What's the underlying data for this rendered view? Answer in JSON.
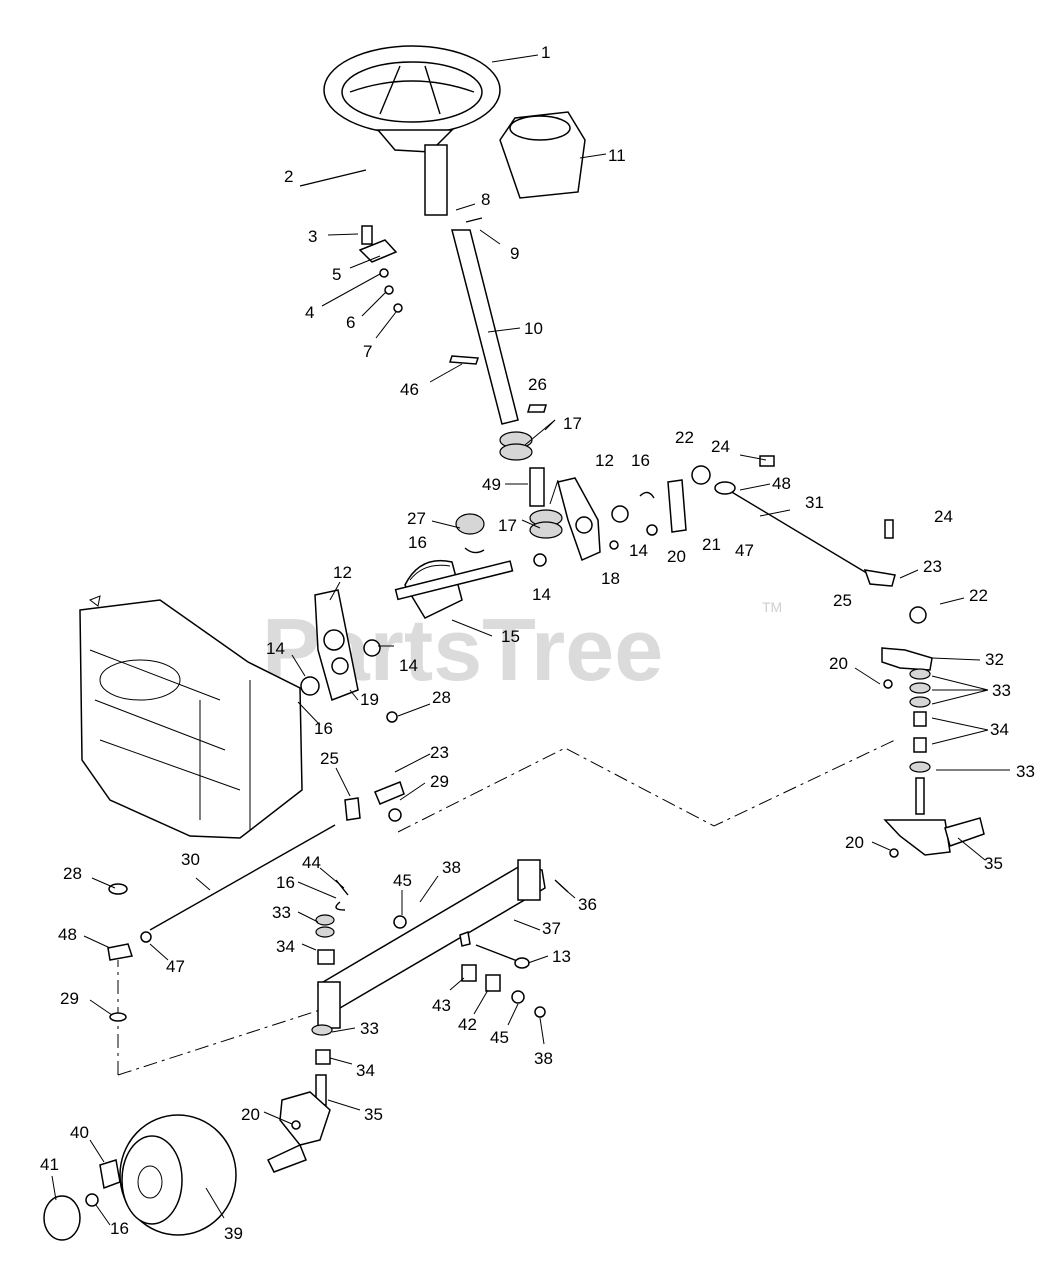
{
  "watermark": {
    "text": "PartsTree",
    "trademark": "TM"
  },
  "callouts": [
    {
      "num": "1"
    },
    {
      "num": "2"
    },
    {
      "num": "3"
    },
    {
      "num": "5"
    },
    {
      "num": "4"
    },
    {
      "num": "6"
    },
    {
      "num": "7"
    },
    {
      "num": "8"
    },
    {
      "num": "9"
    },
    {
      "num": "10"
    },
    {
      "num": "11"
    },
    {
      "num": "46"
    },
    {
      "num": "26"
    },
    {
      "num": "17"
    },
    {
      "num": "22"
    },
    {
      "num": "24"
    },
    {
      "num": "12"
    },
    {
      "num": "16"
    },
    {
      "num": "48"
    },
    {
      "num": "49"
    },
    {
      "num": "31"
    },
    {
      "num": "27"
    },
    {
      "num": "17"
    },
    {
      "num": "14"
    },
    {
      "num": "20"
    },
    {
      "num": "21"
    },
    {
      "num": "47"
    },
    {
      "num": "24"
    },
    {
      "num": "16"
    },
    {
      "num": "18"
    },
    {
      "num": "23"
    },
    {
      "num": "12"
    },
    {
      "num": "14"
    },
    {
      "num": "25"
    },
    {
      "num": "22"
    },
    {
      "num": "15"
    },
    {
      "num": "32"
    },
    {
      "num": "14"
    },
    {
      "num": "14"
    },
    {
      "num": "20"
    },
    {
      "num": "33"
    },
    {
      "num": "19"
    },
    {
      "num": "28"
    },
    {
      "num": "16"
    },
    {
      "num": "34"
    },
    {
      "num": "23"
    },
    {
      "num": "25"
    },
    {
      "num": "29"
    },
    {
      "num": "33"
    },
    {
      "num": "20"
    },
    {
      "num": "35"
    },
    {
      "num": "30"
    },
    {
      "num": "44"
    },
    {
      "num": "38"
    },
    {
      "num": "28"
    },
    {
      "num": "45"
    },
    {
      "num": "16"
    },
    {
      "num": "36"
    },
    {
      "num": "33"
    },
    {
      "num": "37"
    },
    {
      "num": "48"
    },
    {
      "num": "47"
    },
    {
      "num": "34"
    },
    {
      "num": "13"
    },
    {
      "num": "29"
    },
    {
      "num": "43"
    },
    {
      "num": "42"
    },
    {
      "num": "45"
    },
    {
      "num": "33"
    },
    {
      "num": "38"
    },
    {
      "num": "34"
    },
    {
      "num": "40"
    },
    {
      "num": "20"
    },
    {
      "num": "35"
    },
    {
      "num": "41"
    },
    {
      "num": "16"
    },
    {
      "num": "39"
    }
  ]
}
